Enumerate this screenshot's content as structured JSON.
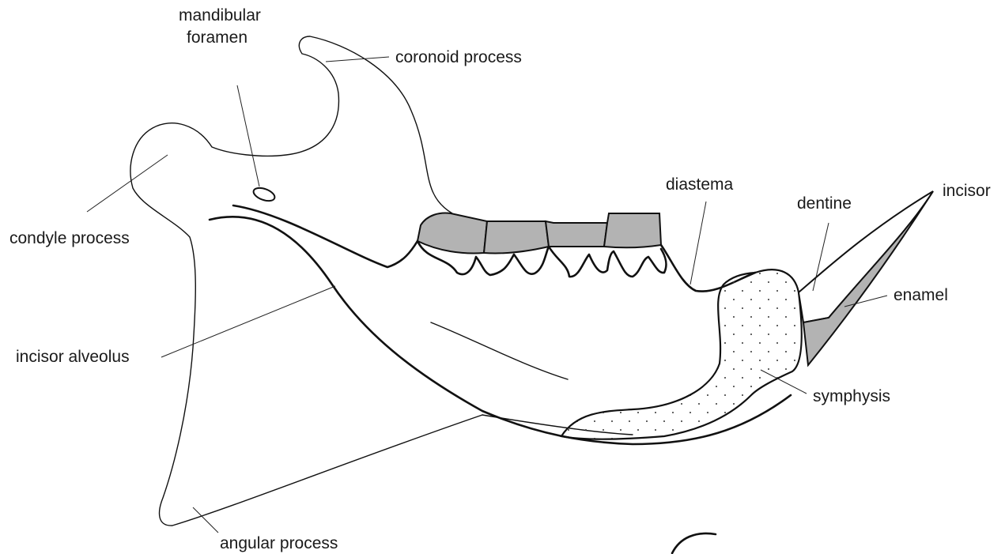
{
  "labels": {
    "mandibular_foramen_line1": "mandibular",
    "mandibular_foramen_line2": "foramen",
    "coronoid_process": "coronoid process",
    "condyle_process": "condyle process",
    "diastema": "diastema",
    "dentine": "dentine",
    "incisor": "incisor",
    "enamel": "enamel",
    "incisor_alveolus": "incisor alveolus",
    "symphysis": "symphysis",
    "angular_process": "angular process"
  },
  "colors": {
    "tooth_fill": "#b3b3b3",
    "outline": "#111111",
    "symphysis_dots": "#333333",
    "background": "#ffffff"
  }
}
